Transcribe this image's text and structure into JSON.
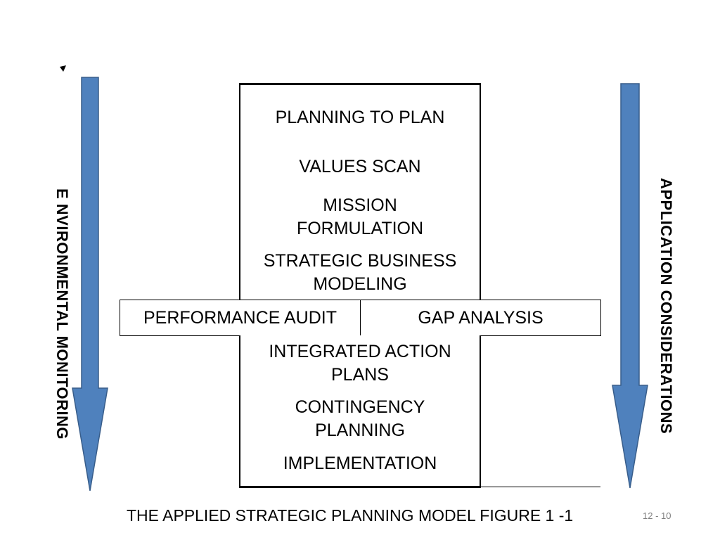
{
  "diagram": {
    "steps": [
      "PLANNING TO PLAN",
      "VALUES SCAN",
      "MISSION\nFORMULATION",
      "STRATEGIC BUSINESS\nMODELING",
      "INTEGRATED ACTION\nPLANS",
      "CONTINGENCY\nPLANNING",
      "IMPLEMENTATION"
    ],
    "side_steps": {
      "left": "PERFORMANCE AUDIT",
      "right": "GAP ANALYSIS"
    },
    "left_arrow_label": "E NVIRONMENTAL MONITORING",
    "right_arrow_label": "APPLICATION CONSIDERATIONS",
    "arrow_color": "#4f81bd",
    "arrow_border_color": "#385d8a"
  },
  "caption": "THE APPLIED STRATEGIC PLANNING MODEL FIGURE 1 -1",
  "page_number": "12 - 10"
}
